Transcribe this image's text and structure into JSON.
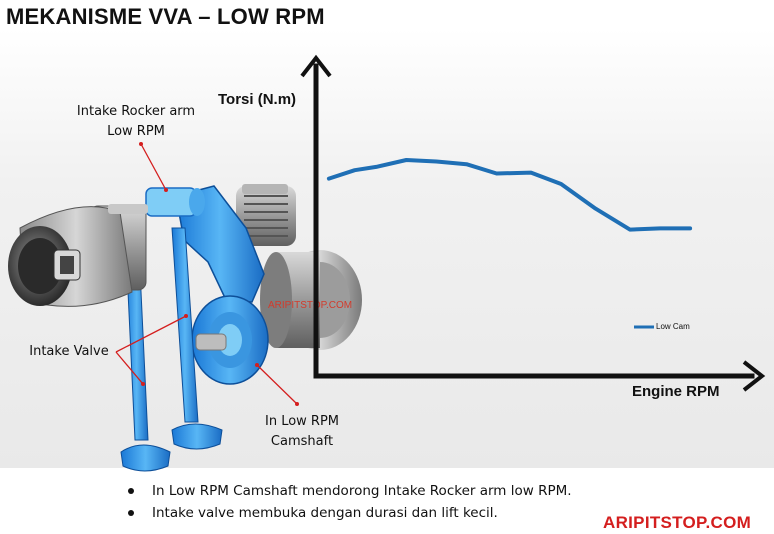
{
  "title": "MEKANISME  VVA – LOW RPM",
  "callouts": {
    "rocker_arm": [
      "Intake Rocker arm",
      "Low RPM"
    ],
    "intake_valve": "Intake Valve",
    "camshaft": [
      "In Low RPM",
      "Camshaft"
    ]
  },
  "watermark_center": "ARIPITSTOP.COM",
  "chart_data": {
    "type": "line",
    "ylabel": "Torsi (N.m)",
    "xlabel": "Engine RPM",
    "legend_position": "right",
    "grid": false,
    "ylim": [
      0,
      1
    ],
    "xlim": [
      0,
      1
    ],
    "series": [
      {
        "name": "Low Cam",
        "color": "#1f6fb5",
        "x": [
          0.03,
          0.09,
          0.14,
          0.21,
          0.28,
          0.35,
          0.42,
          0.5,
          0.57,
          0.65,
          0.73,
          0.8,
          0.87
        ],
        "y": [
          0.658,
          0.686,
          0.697,
          0.72,
          0.715,
          0.706,
          0.675,
          0.678,
          0.64,
          0.558,
          0.488,
          0.492,
          0.492
        ]
      }
    ]
  },
  "bullets": [
    "In Low RPM Camshaft mendorong  Intake Rocker arm low RPM.",
    "Intake valve membuka dengan durasi dan lift kecil."
  ],
  "brand": "ARIPITSTOP.COM"
}
